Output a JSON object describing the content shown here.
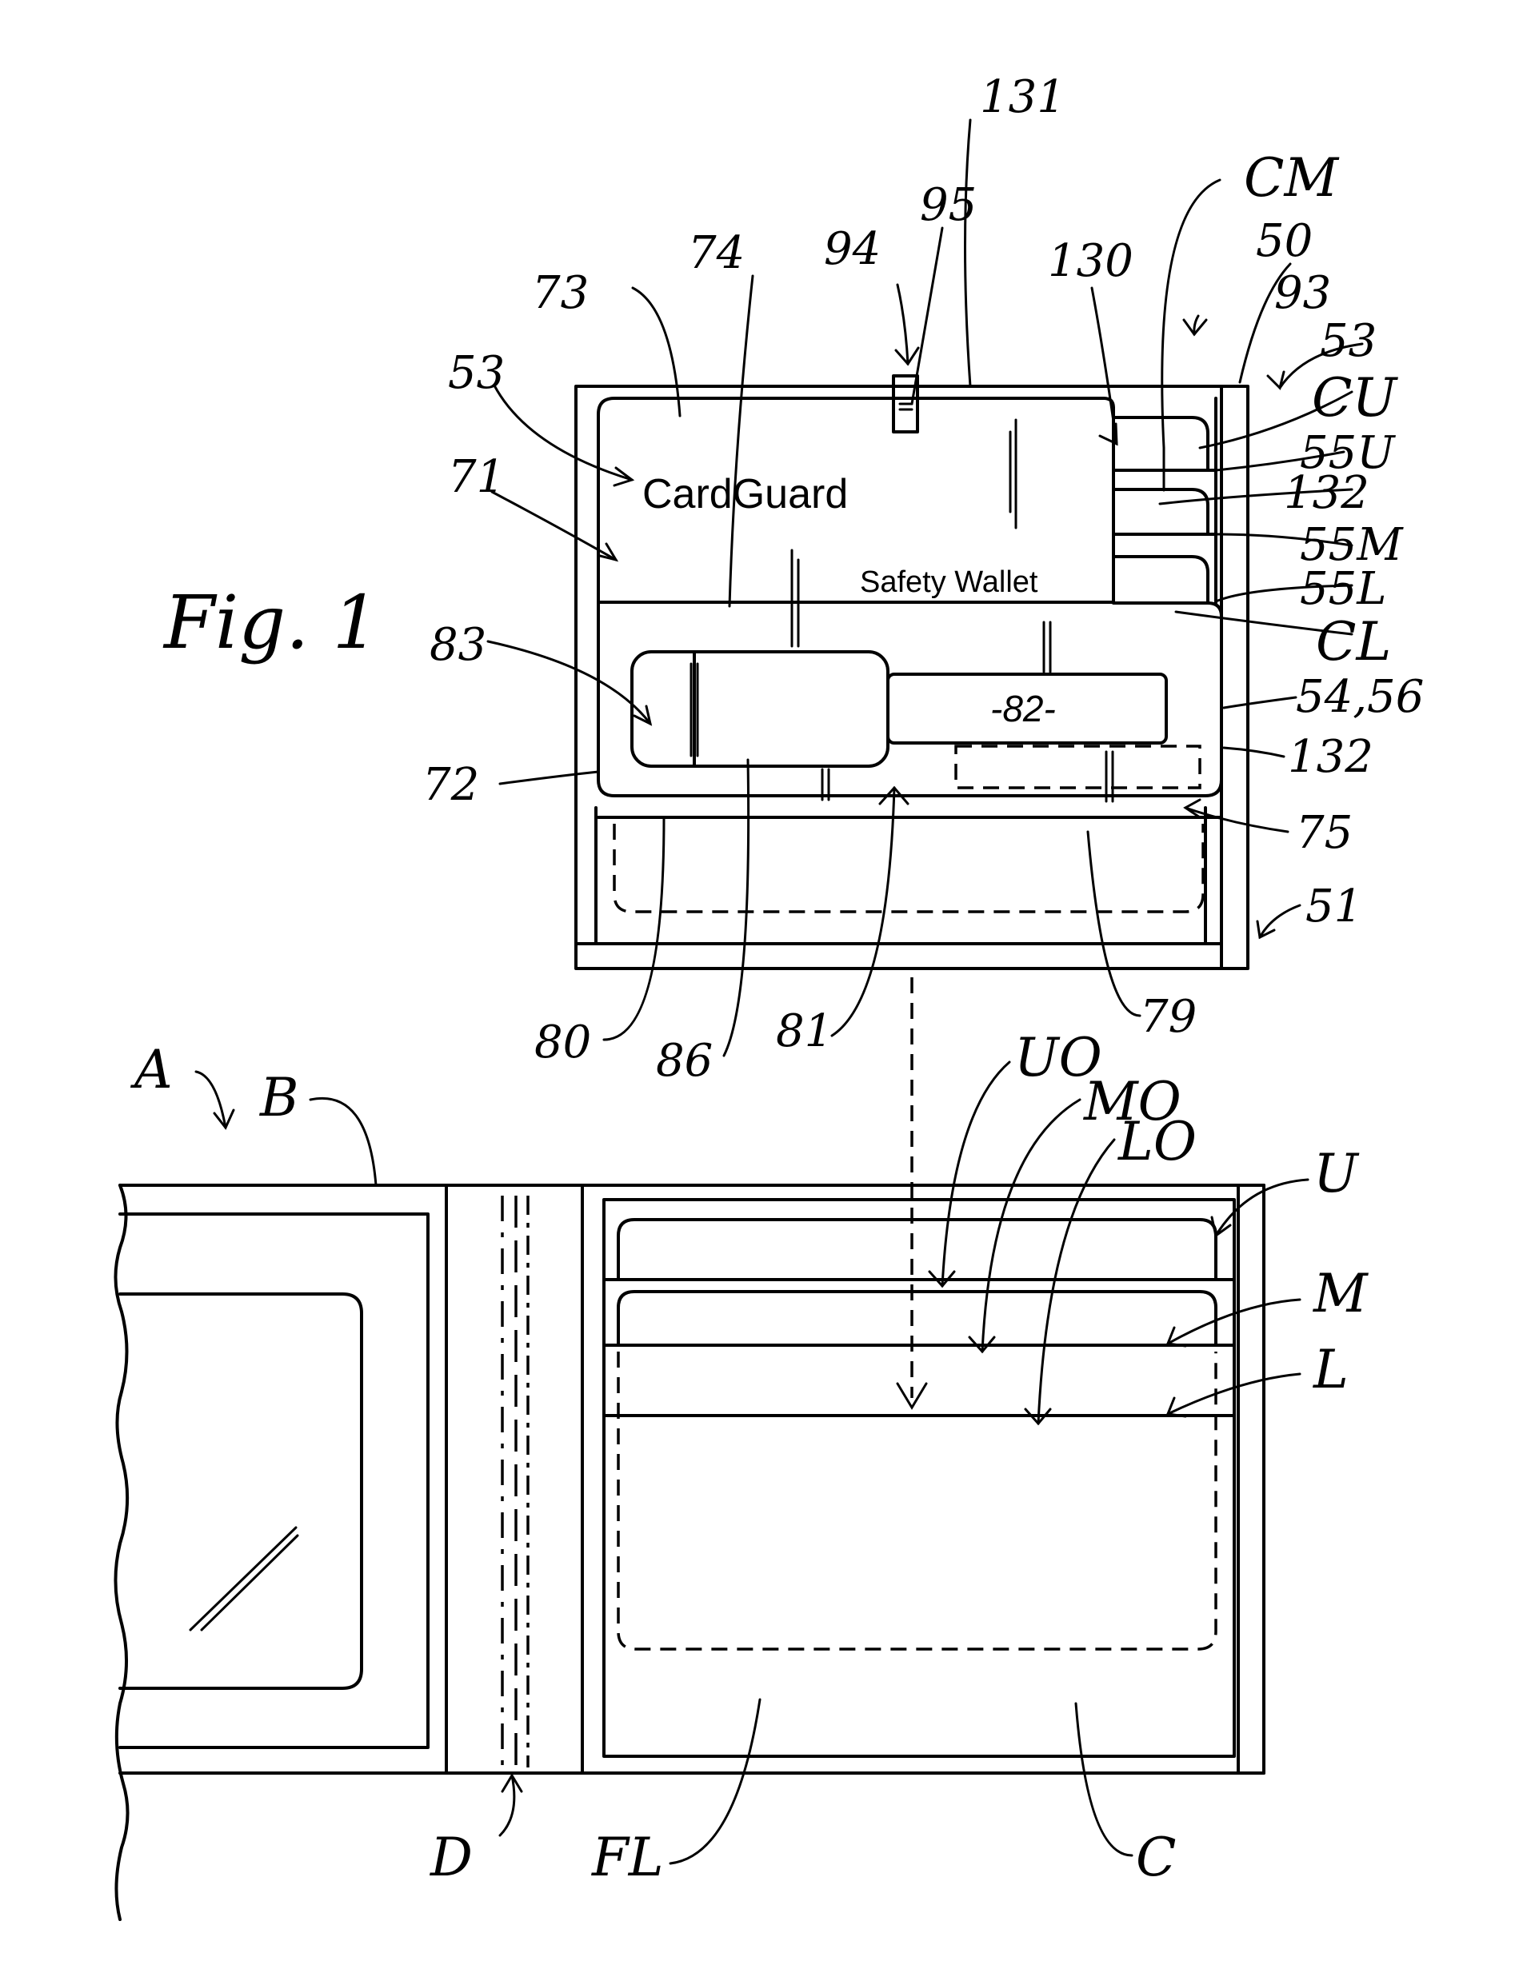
{
  "figure": {
    "title": "Fig. 1",
    "brand": "CardGuard",
    "brand_tagline": "Safety Wallet",
    "card_number_label": "-82-"
  },
  "refs": {
    "r131": "131",
    "rCM": "CM",
    "r95": "95",
    "r94": "94",
    "r74": "74",
    "r73": "73",
    "r130": "130",
    "r50": "50",
    "r93": "93",
    "r53a": "53",
    "r53b": "53",
    "rCU": "CU",
    "r55U": "55U",
    "r132a": "132",
    "r55M": "55M",
    "r71": "71",
    "r55L": "55L",
    "rCL": "CL",
    "r83": "83",
    "r5456": "54,56",
    "r132b": "132",
    "r72": "72",
    "r75": "75",
    "r51": "51",
    "r80": "80",
    "r86": "86",
    "r81": "81",
    "r79": "79",
    "rA": "A",
    "rB": "B",
    "rUO": "UO",
    "rMO": "MO",
    "rLO": "LO",
    "rU": "U",
    "rM": "M",
    "rL": "L",
    "rD": "D",
    "rFL": "FL",
    "rC": "C"
  }
}
